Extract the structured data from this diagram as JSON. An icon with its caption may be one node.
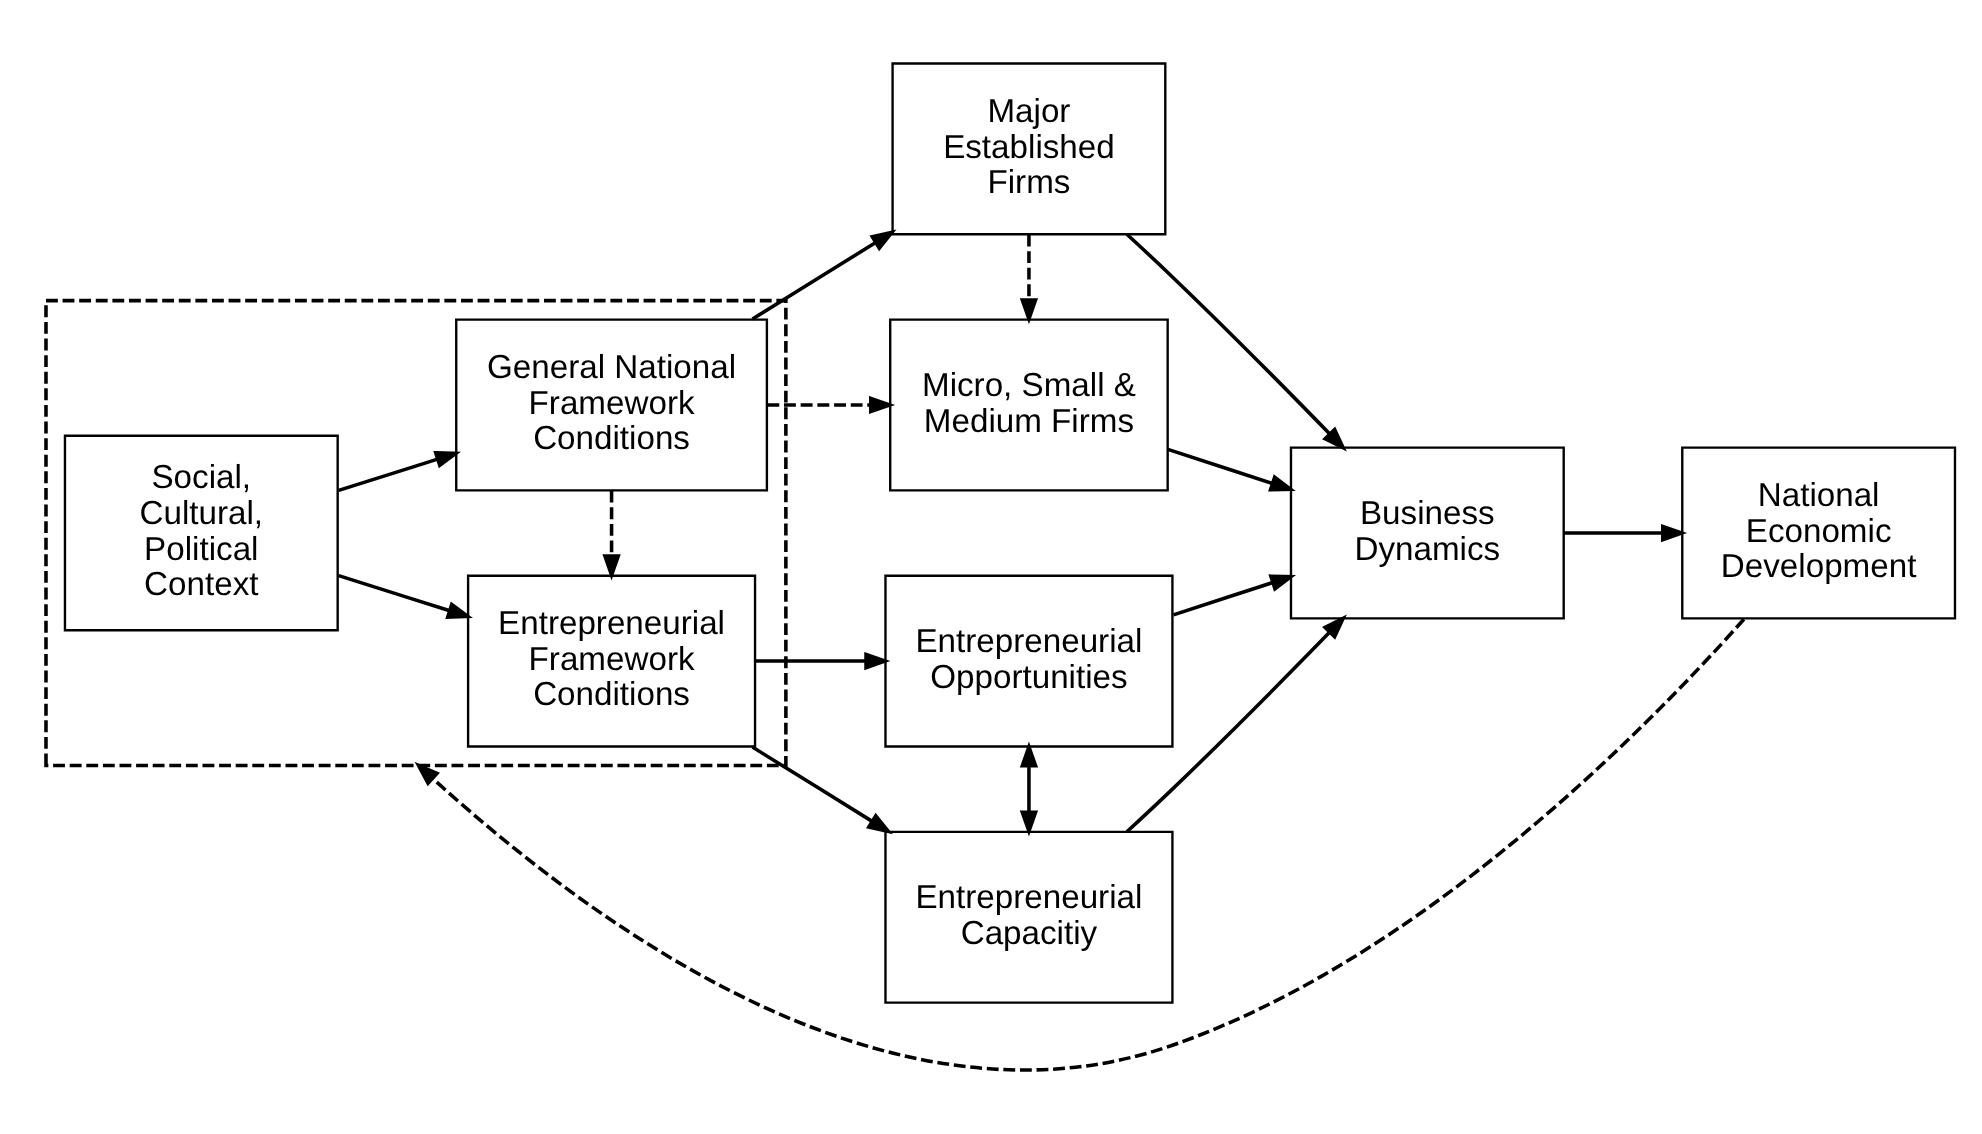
{
  "diagram": {
    "nodes": [
      {
        "text": [],
        "shape": "box"
      },
      {
        "text": [
          "Social, Cultural, Political Context"
        ],
        "in": 0
      },
      {
        "text": [
          "General National Framework Conditions"
        ],
        "in": 0
      },
      {
        "text": [
          "Entrepreneurial Framework Conditions"
        ],
        "in": 0
      },
      {
        "text": [
          "Major Established Firms"
        ]
      },
      {
        "text": [
          "Micro, Small & Medium Firms"
        ]
      },
      {
        "text": [
          "Entrepreneurial Opportunities"
        ]
      },
      {
        "text": [
          "Entrepreneurial Capacitiy"
        ]
      },
      {
        "text": [
          "Business Dynamics"
        ]
      },
      {
        "text": [
          "National Economic Development"
        ]
      }
    ],
    "edges": [
      {
        "from": 1,
        "to": 2,
        "arrow": "to"
      },
      {
        "from": 1,
        "to": 3,
        "arrow": "to"
      },
      {
        "from": 2,
        "to": 4,
        "arrow": "to"
      },
      {
        "from": 2,
        "to": 5,
        "arrow": "to",
        "style": "dashed"
      },
      {
        "from": 2,
        "to": 3,
        "arrow": "to",
        "style": "dashed"
      },
      {
        "from": 4,
        "to": 5,
        "arrow": "to",
        "style": "dashed"
      },
      {
        "from": 3,
        "to": 6,
        "arrow": "to"
      },
      {
        "from": 3,
        "to": 7,
        "arrow": "to"
      },
      {
        "from": 6,
        "to": 7,
        "arrow": "both"
      },
      {
        "from": 4,
        "to": 8,
        "arrow": "to"
      },
      {
        "from": 5,
        "to": 8,
        "arrow": "to"
      },
      {
        "from": 6,
        "to": 8,
        "arrow": "to"
      },
      {
        "from": 7,
        "to": 8,
        "arrow": "to"
      },
      {
        "from": 8,
        "to": 9,
        "arrow": "to"
      },
      {
        "from": 9,
        "to": 0,
        "arrow": "to",
        "style": "dashed"
      }
    ]
  }
}
